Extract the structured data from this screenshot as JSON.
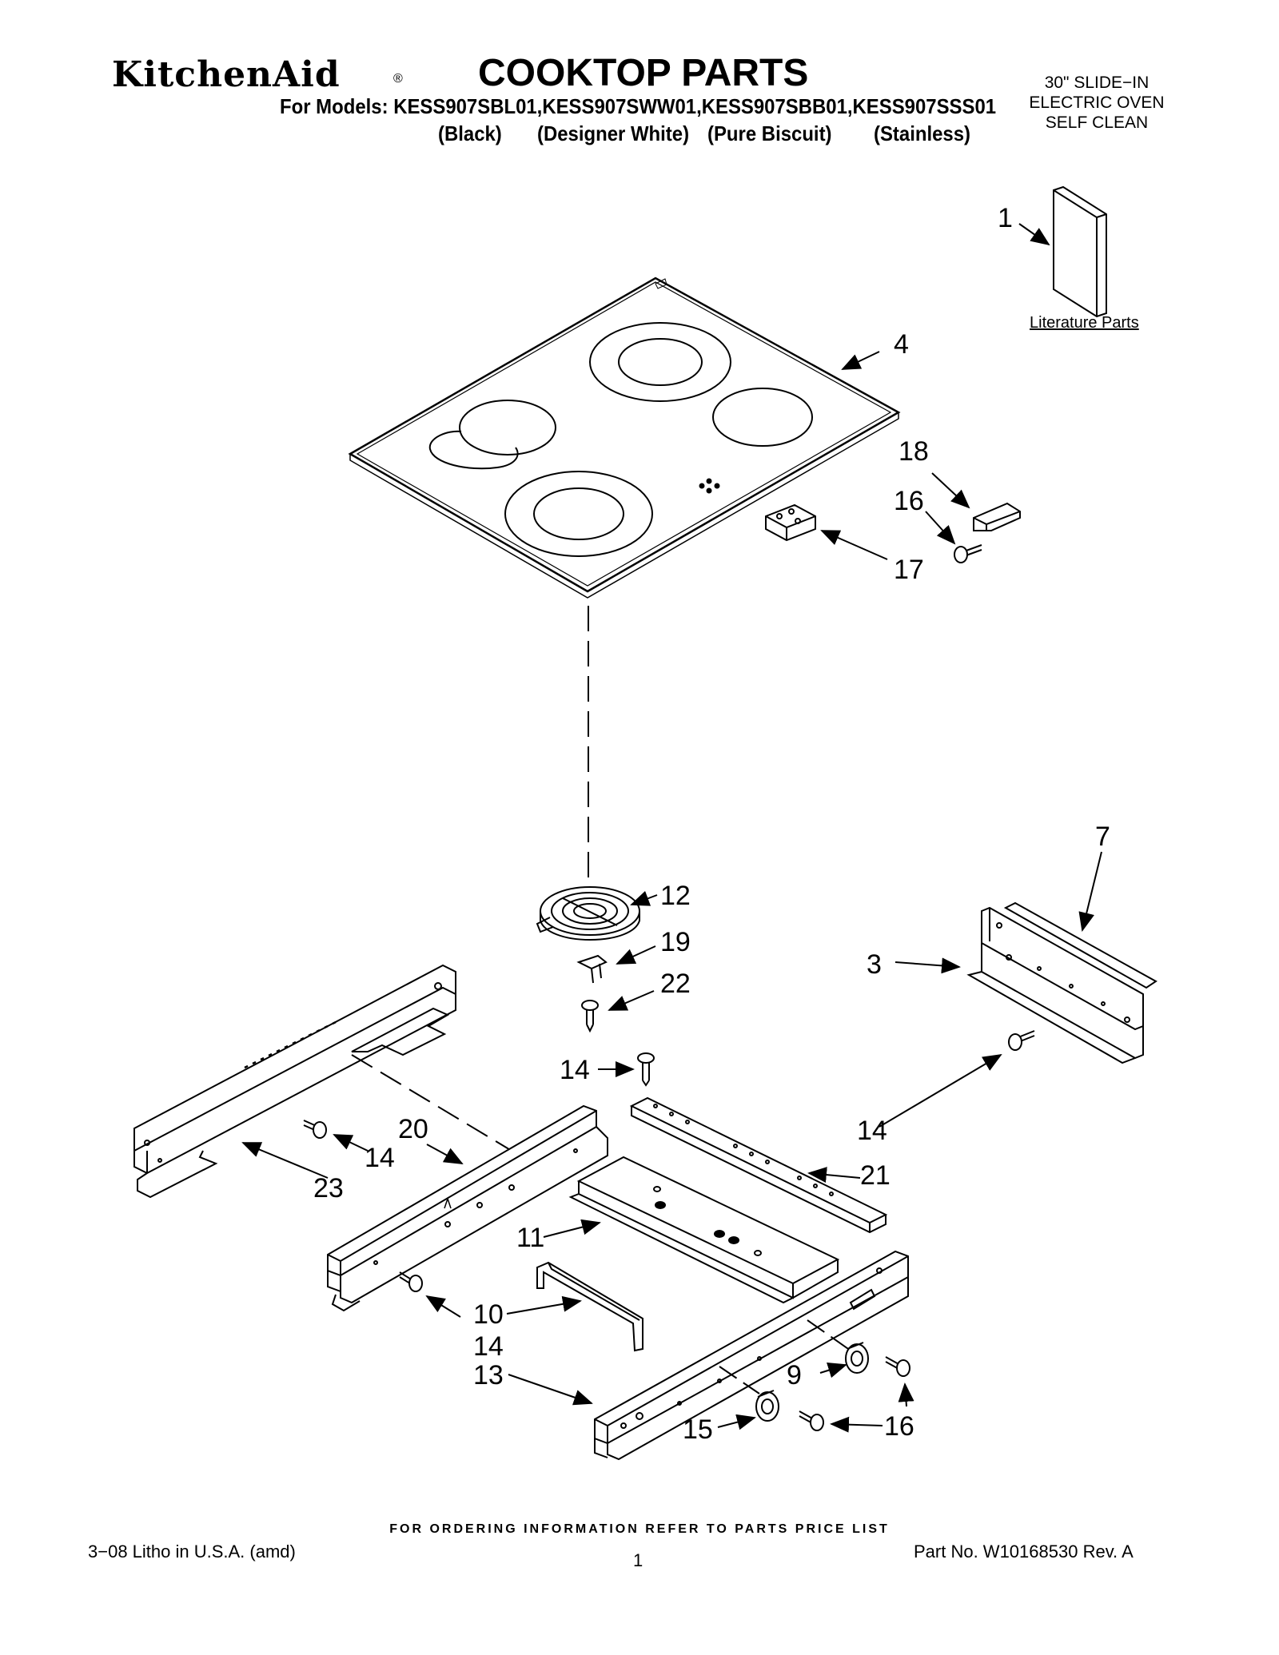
{
  "header": {
    "brand": "KitchenAid",
    "brand_mark": "®",
    "title": "COOKTOP PARTS",
    "models": "For Models: KESS907SBL01,KESS907SWW01,KESS907SBB01,KESS907SSS01",
    "colors": [
      "(Black)",
      "(Designer White)",
      "(Pure Biscuit)",
      "(Stainless)"
    ],
    "spec_lines": [
      "30\" SLIDE−IN",
      "ELECTRIC OVEN",
      "SELF CLEAN"
    ]
  },
  "diagram": {
    "literature_label": "Literature Parts",
    "callouts": [
      "1",
      "4",
      "18",
      "16",
      "17",
      "12",
      "19",
      "22",
      "7",
      "3",
      "14",
      "14",
      "14",
      "20",
      "23",
      "21",
      "11",
      "10",
      "14",
      "13",
      "9",
      "15",
      "16"
    ]
  },
  "footer": {
    "ordering_note": "FOR ORDERING INFORMATION REFER TO PARTS PRICE LIST",
    "litho": "3−08 Litho in U.S.A. (amd)",
    "page": "1",
    "part_no": "Part No. W10168530 Rev. A"
  }
}
